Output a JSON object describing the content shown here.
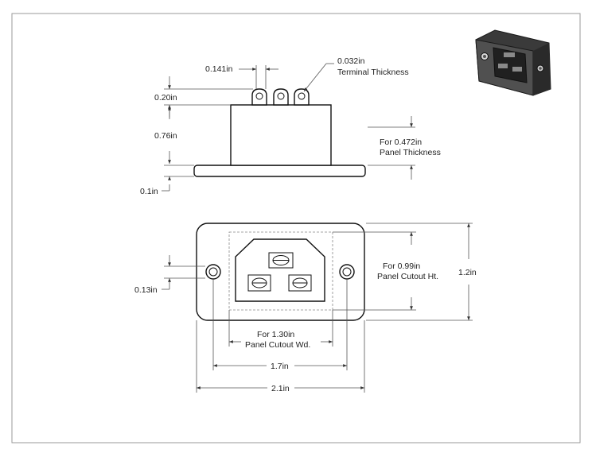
{
  "dimensions": {
    "terminal_pitch": "0.141in",
    "terminal_thickness": {
      "value": "0.032in",
      "label": "Terminal Thickness"
    },
    "terminal_height": "0.20in",
    "body_height": "0.76in",
    "flange_thickness": "0.1in",
    "panel_thickness": {
      "prefix": "For 0.472in",
      "label": "Panel Thickness"
    },
    "hole_offset": "0.13in",
    "cutout_height": {
      "prefix": "For 0.99in",
      "label": "Panel Cutout Ht."
    },
    "overall_height": "1.2in",
    "cutout_width": {
      "prefix": "For 1.30in",
      "label": "Panel Cutout Wd."
    },
    "hole_spacing": "1.7in",
    "overall_width": "2.1in"
  },
  "views": {
    "side": "side-view",
    "front": "front-view",
    "iso": "isometric-render"
  }
}
